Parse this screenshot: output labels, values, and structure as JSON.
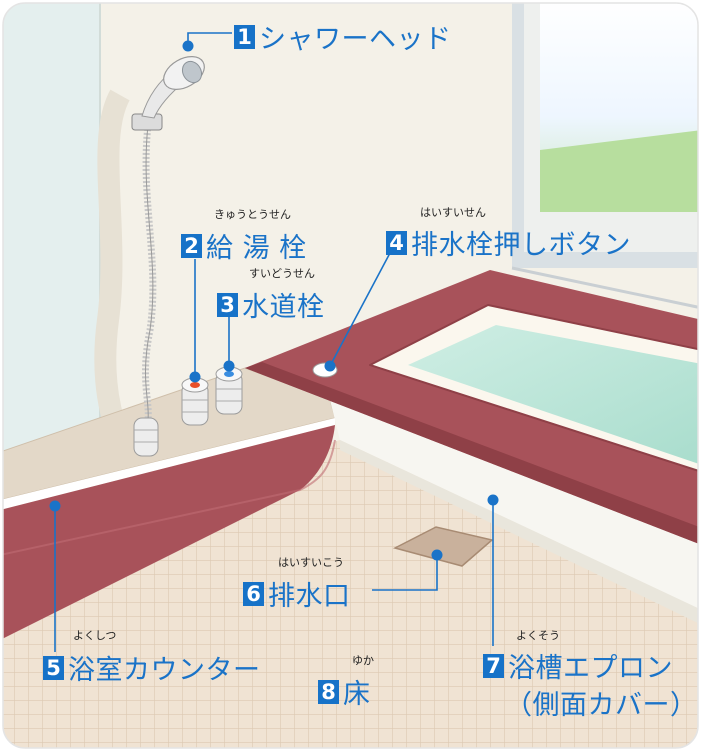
{
  "colors": {
    "label_blue": "#1a73c8",
    "badge_blue": "#1672c8",
    "tub_rim": "#a8525a",
    "water": "#bfe6da",
    "floor": "#eedfcf",
    "wall": "#f4f0e6"
  },
  "labels": [
    {
      "num": "1",
      "text": "シャワーヘッド",
      "ruby": ""
    },
    {
      "num": "2",
      "text": "給 湯 栓",
      "ruby": "きゅうとうせん"
    },
    {
      "num": "3",
      "text": "水道栓",
      "ruby": "すいどうせん"
    },
    {
      "num": "4",
      "text": "排水栓押しボタン",
      "ruby": "はいすいせん"
    },
    {
      "num": "5",
      "text": "浴室カウンター",
      "ruby": "よくしつ"
    },
    {
      "num": "6",
      "text": "排水口",
      "ruby": "はいすいこう"
    },
    {
      "num": "7",
      "text": "浴槽エプロン",
      "ruby": "よくそう"
    },
    {
      "num": "8",
      "text": "床",
      "ruby": "ゆか"
    }
  ],
  "label7_line2": "（側面カバー）"
}
